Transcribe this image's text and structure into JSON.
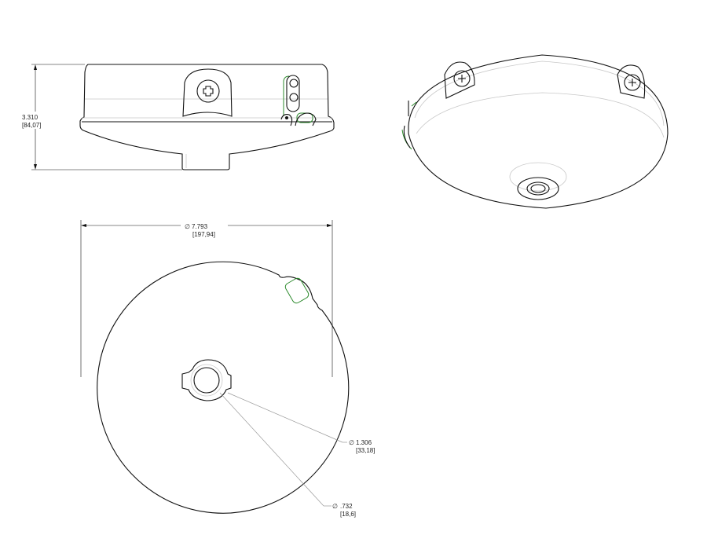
{
  "drawing": {
    "height_dim": {
      "inch": "3.310",
      "mm": "[84,07]"
    },
    "diameter_dim": {
      "symbol": "∅",
      "inch": "7.793",
      "mm": "[197,94]"
    },
    "hub_outer_dim": {
      "symbol": "∅",
      "inch": "1.306",
      "mm": "[33,18]"
    },
    "hub_inner_dim": {
      "symbol": "∅",
      "inch": ".732",
      "mm": "[18,6]"
    },
    "accent_color": "#2e8b2e"
  }
}
